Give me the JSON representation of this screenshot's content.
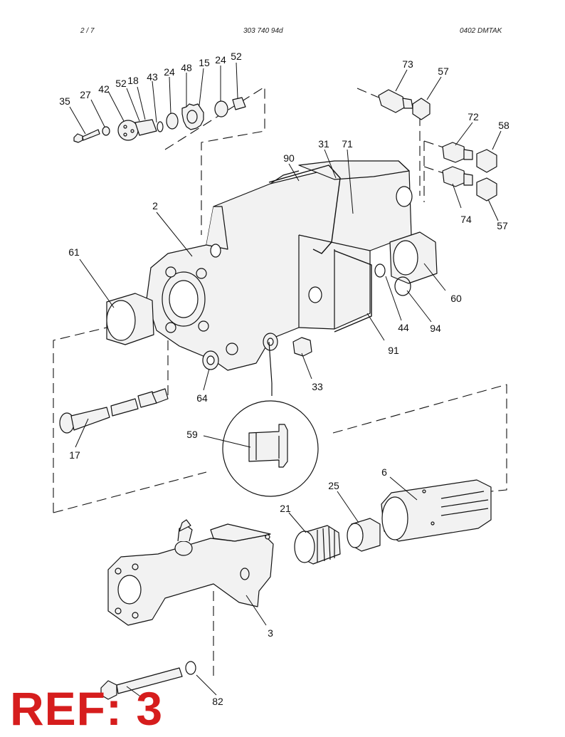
{
  "header": {
    "page": "2 /  7",
    "doc_number": "303 740 94d",
    "code": "0402   DMTAK"
  },
  "ref_label": "REF: 3",
  "callouts": [
    "35",
    "27",
    "42",
    "52",
    "18",
    "43",
    "24",
    "48",
    "15",
    "24",
    "52",
    "73",
    "57",
    "72",
    "58",
    "74",
    "57",
    "90",
    "31",
    "71",
    "2",
    "61",
    "60",
    "44",
    "94",
    "91",
    "33",
    "64",
    "17",
    "59",
    "6",
    "25",
    "21",
    "3",
    "82"
  ],
  "colors": {
    "ref": "#d61d1d",
    "ink": "#111111",
    "fill": "#f2f2f2"
  }
}
